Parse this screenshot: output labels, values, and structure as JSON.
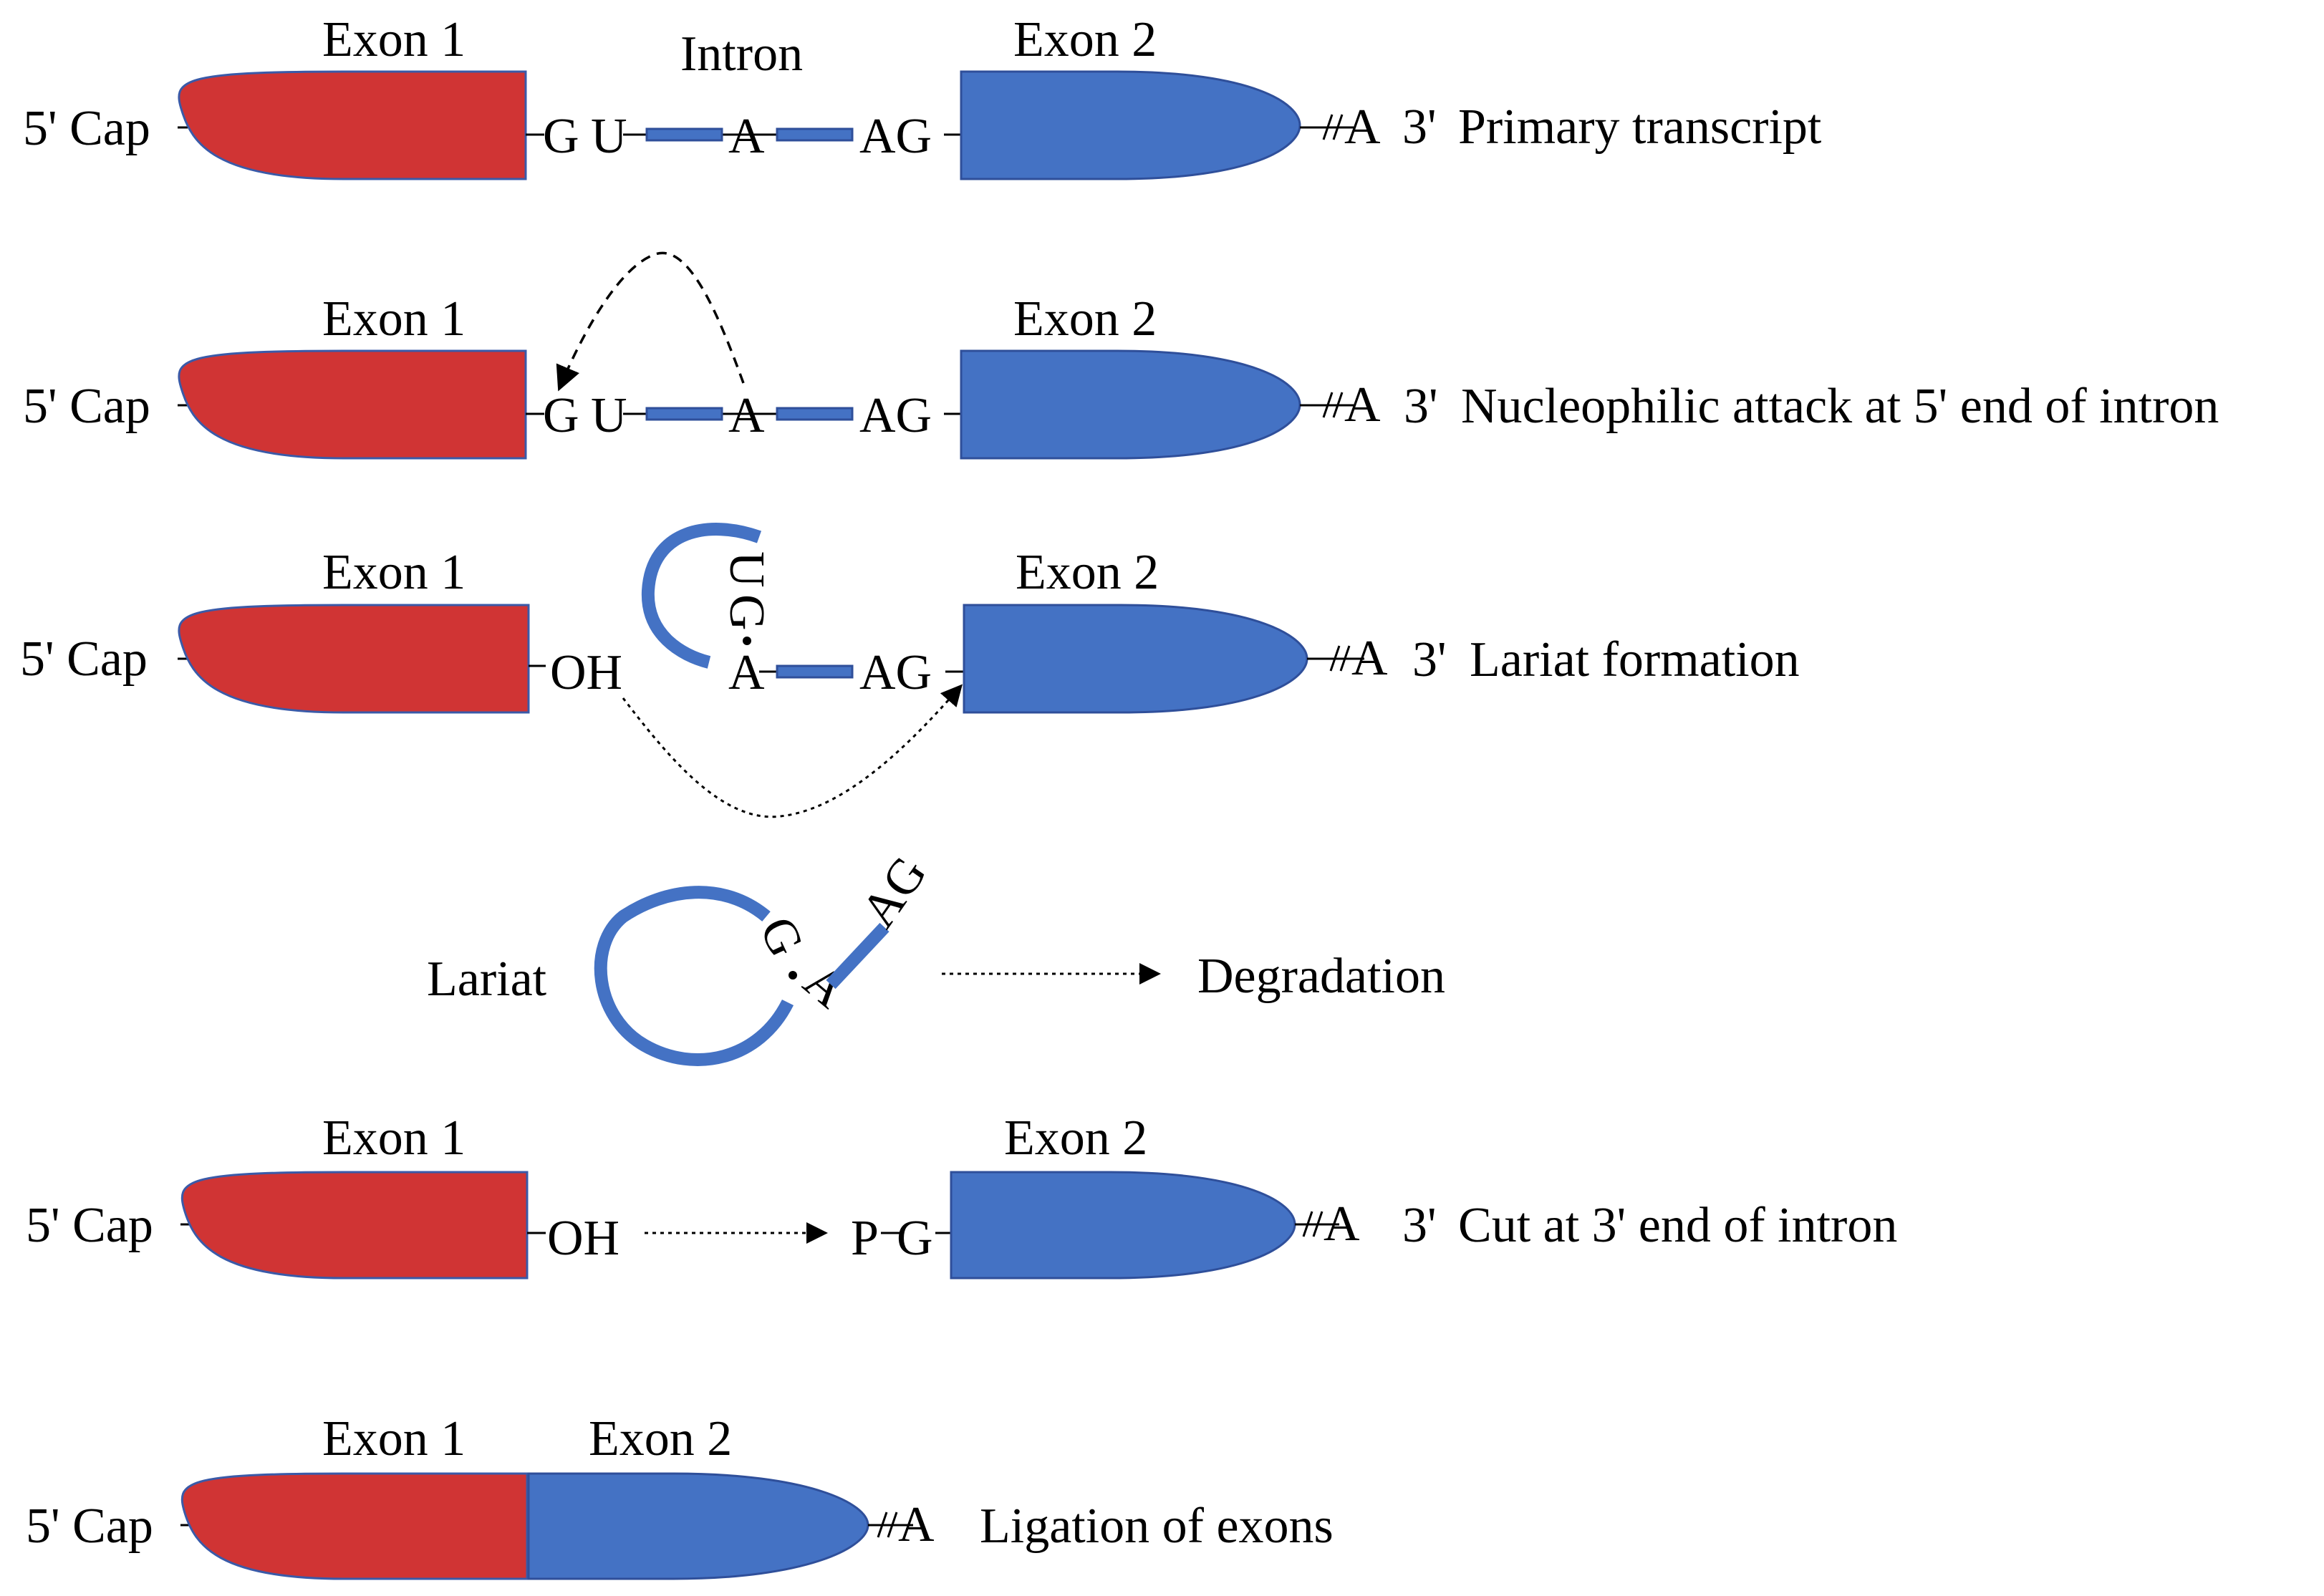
{
  "colors": {
    "exon1": "#d03434",
    "exon2": "#4472c4",
    "intron": "#4472c4"
  },
  "labels": {
    "exon1": "Exon 1",
    "exon2": "Exon 2",
    "intron": "Intron",
    "cap": "5' Cap",
    "polyA": "A",
    "three_prime": "3'",
    "oh": "OH",
    "phosphate": "P",
    "lariat": "Lariat",
    "degradation": "Degradation",
    "nuc_g": "G",
    "nuc_u": "U",
    "nuc_a": "A",
    "nuc_ag": "AG"
  },
  "steps": [
    {
      "caption": "Primary transcript"
    },
    {
      "caption": "Nucleophilic attack at 5' end of intron"
    },
    {
      "caption": "Lariat formation"
    },
    {
      "caption": "Cut at 3' end of intron"
    },
    {
      "caption": "Ligation of exons"
    }
  ]
}
